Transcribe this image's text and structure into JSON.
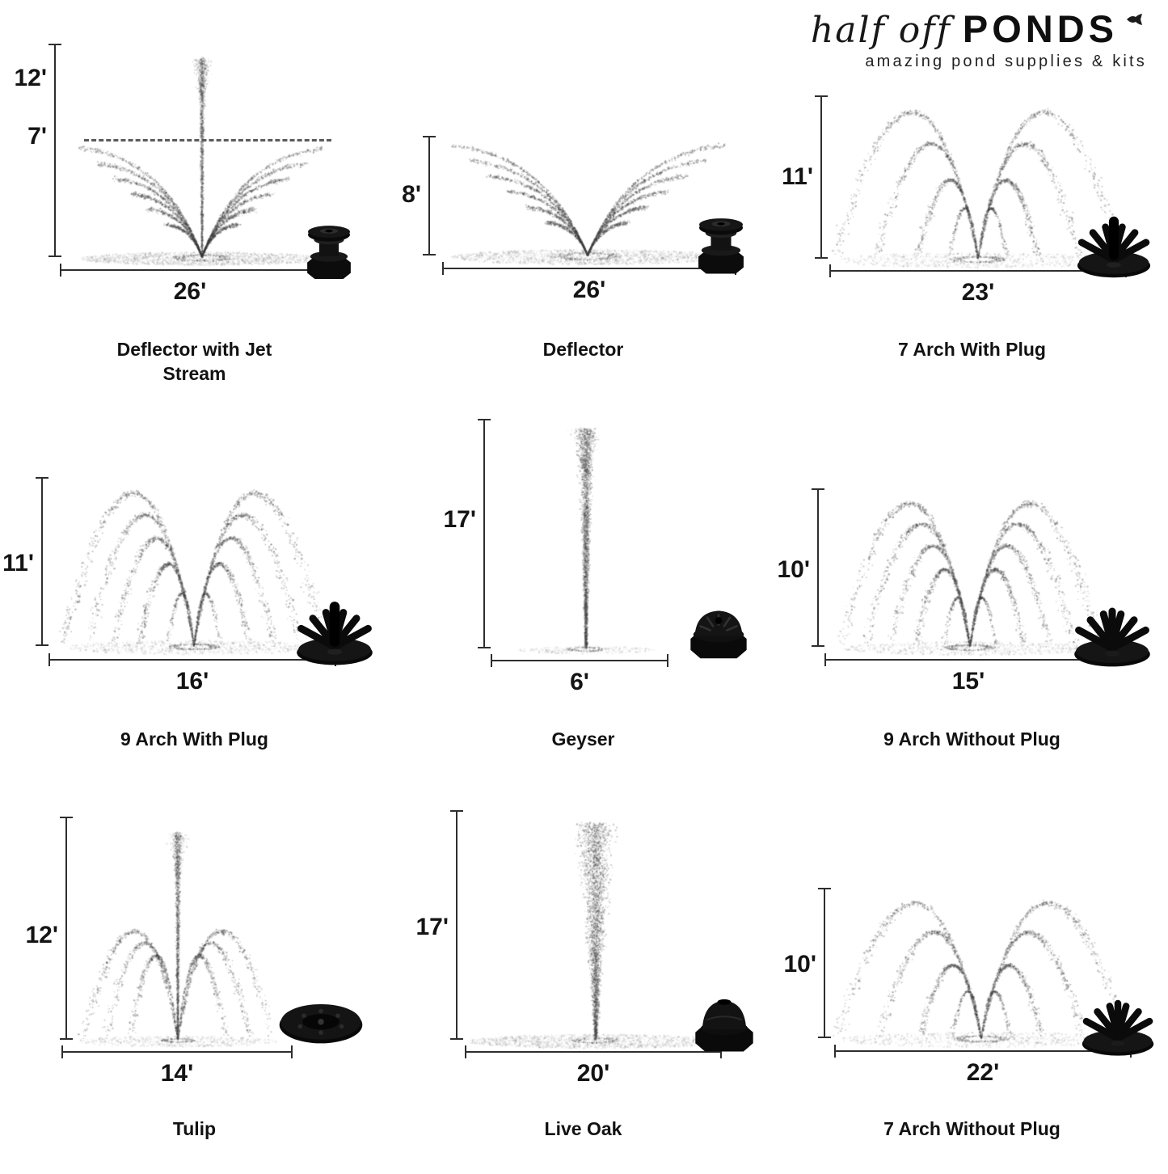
{
  "logo": {
    "script_text": "half off",
    "bold_text": "PONDS",
    "tagline": "amazing pond supplies & kits",
    "fish_icon": "fish-icon"
  },
  "units": "feet",
  "cells": [
    {
      "name": "Deflector with Jet Stream",
      "height_label": "12'",
      "height_label2": "7'",
      "width_label": "26'",
      "type": "deflector-jet",
      "nozzle_icon": "deflector-nozzle-icon"
    },
    {
      "name": "Deflector",
      "height_label": "8'",
      "width_label": "26'",
      "type": "deflector",
      "nozzle_icon": "deflector-nozzle-icon"
    },
    {
      "name": "7 Arch With Plug",
      "height_label": "11'",
      "width_label": "23'",
      "type": "arch",
      "arcs": 7,
      "nozzle_icon": "arch-plug-nozzle-icon"
    },
    {
      "name": "9 Arch With Plug",
      "height_label": "11'",
      "width_label": "16'",
      "type": "arch",
      "arcs": 9,
      "nozzle_icon": "arch-plug-nozzle-icon"
    },
    {
      "name": "Geyser",
      "height_label": "17'",
      "width_label": "6'",
      "type": "geyser",
      "nozzle_icon": "geyser-nozzle-icon"
    },
    {
      "name": "9 Arch Without Plug",
      "height_label": "10'",
      "width_label": "15'",
      "type": "arch",
      "arcs": 9,
      "nozzle_icon": "arch-noplug-nozzle-icon"
    },
    {
      "name": "Tulip",
      "height_label": "12'",
      "width_label": "14'",
      "type": "tulip",
      "nozzle_icon": "tulip-nozzle-icon"
    },
    {
      "name": "Live Oak",
      "height_label": "17'",
      "width_label": "20'",
      "type": "live-oak",
      "nozzle_icon": "liveoak-nozzle-icon"
    },
    {
      "name": "7 Arch Without Plug",
      "height_label": "10'",
      "width_label": "22'",
      "type": "arch",
      "arcs": 7,
      "nozzle_icon": "arch-noplug-nozzle-icon"
    }
  ]
}
